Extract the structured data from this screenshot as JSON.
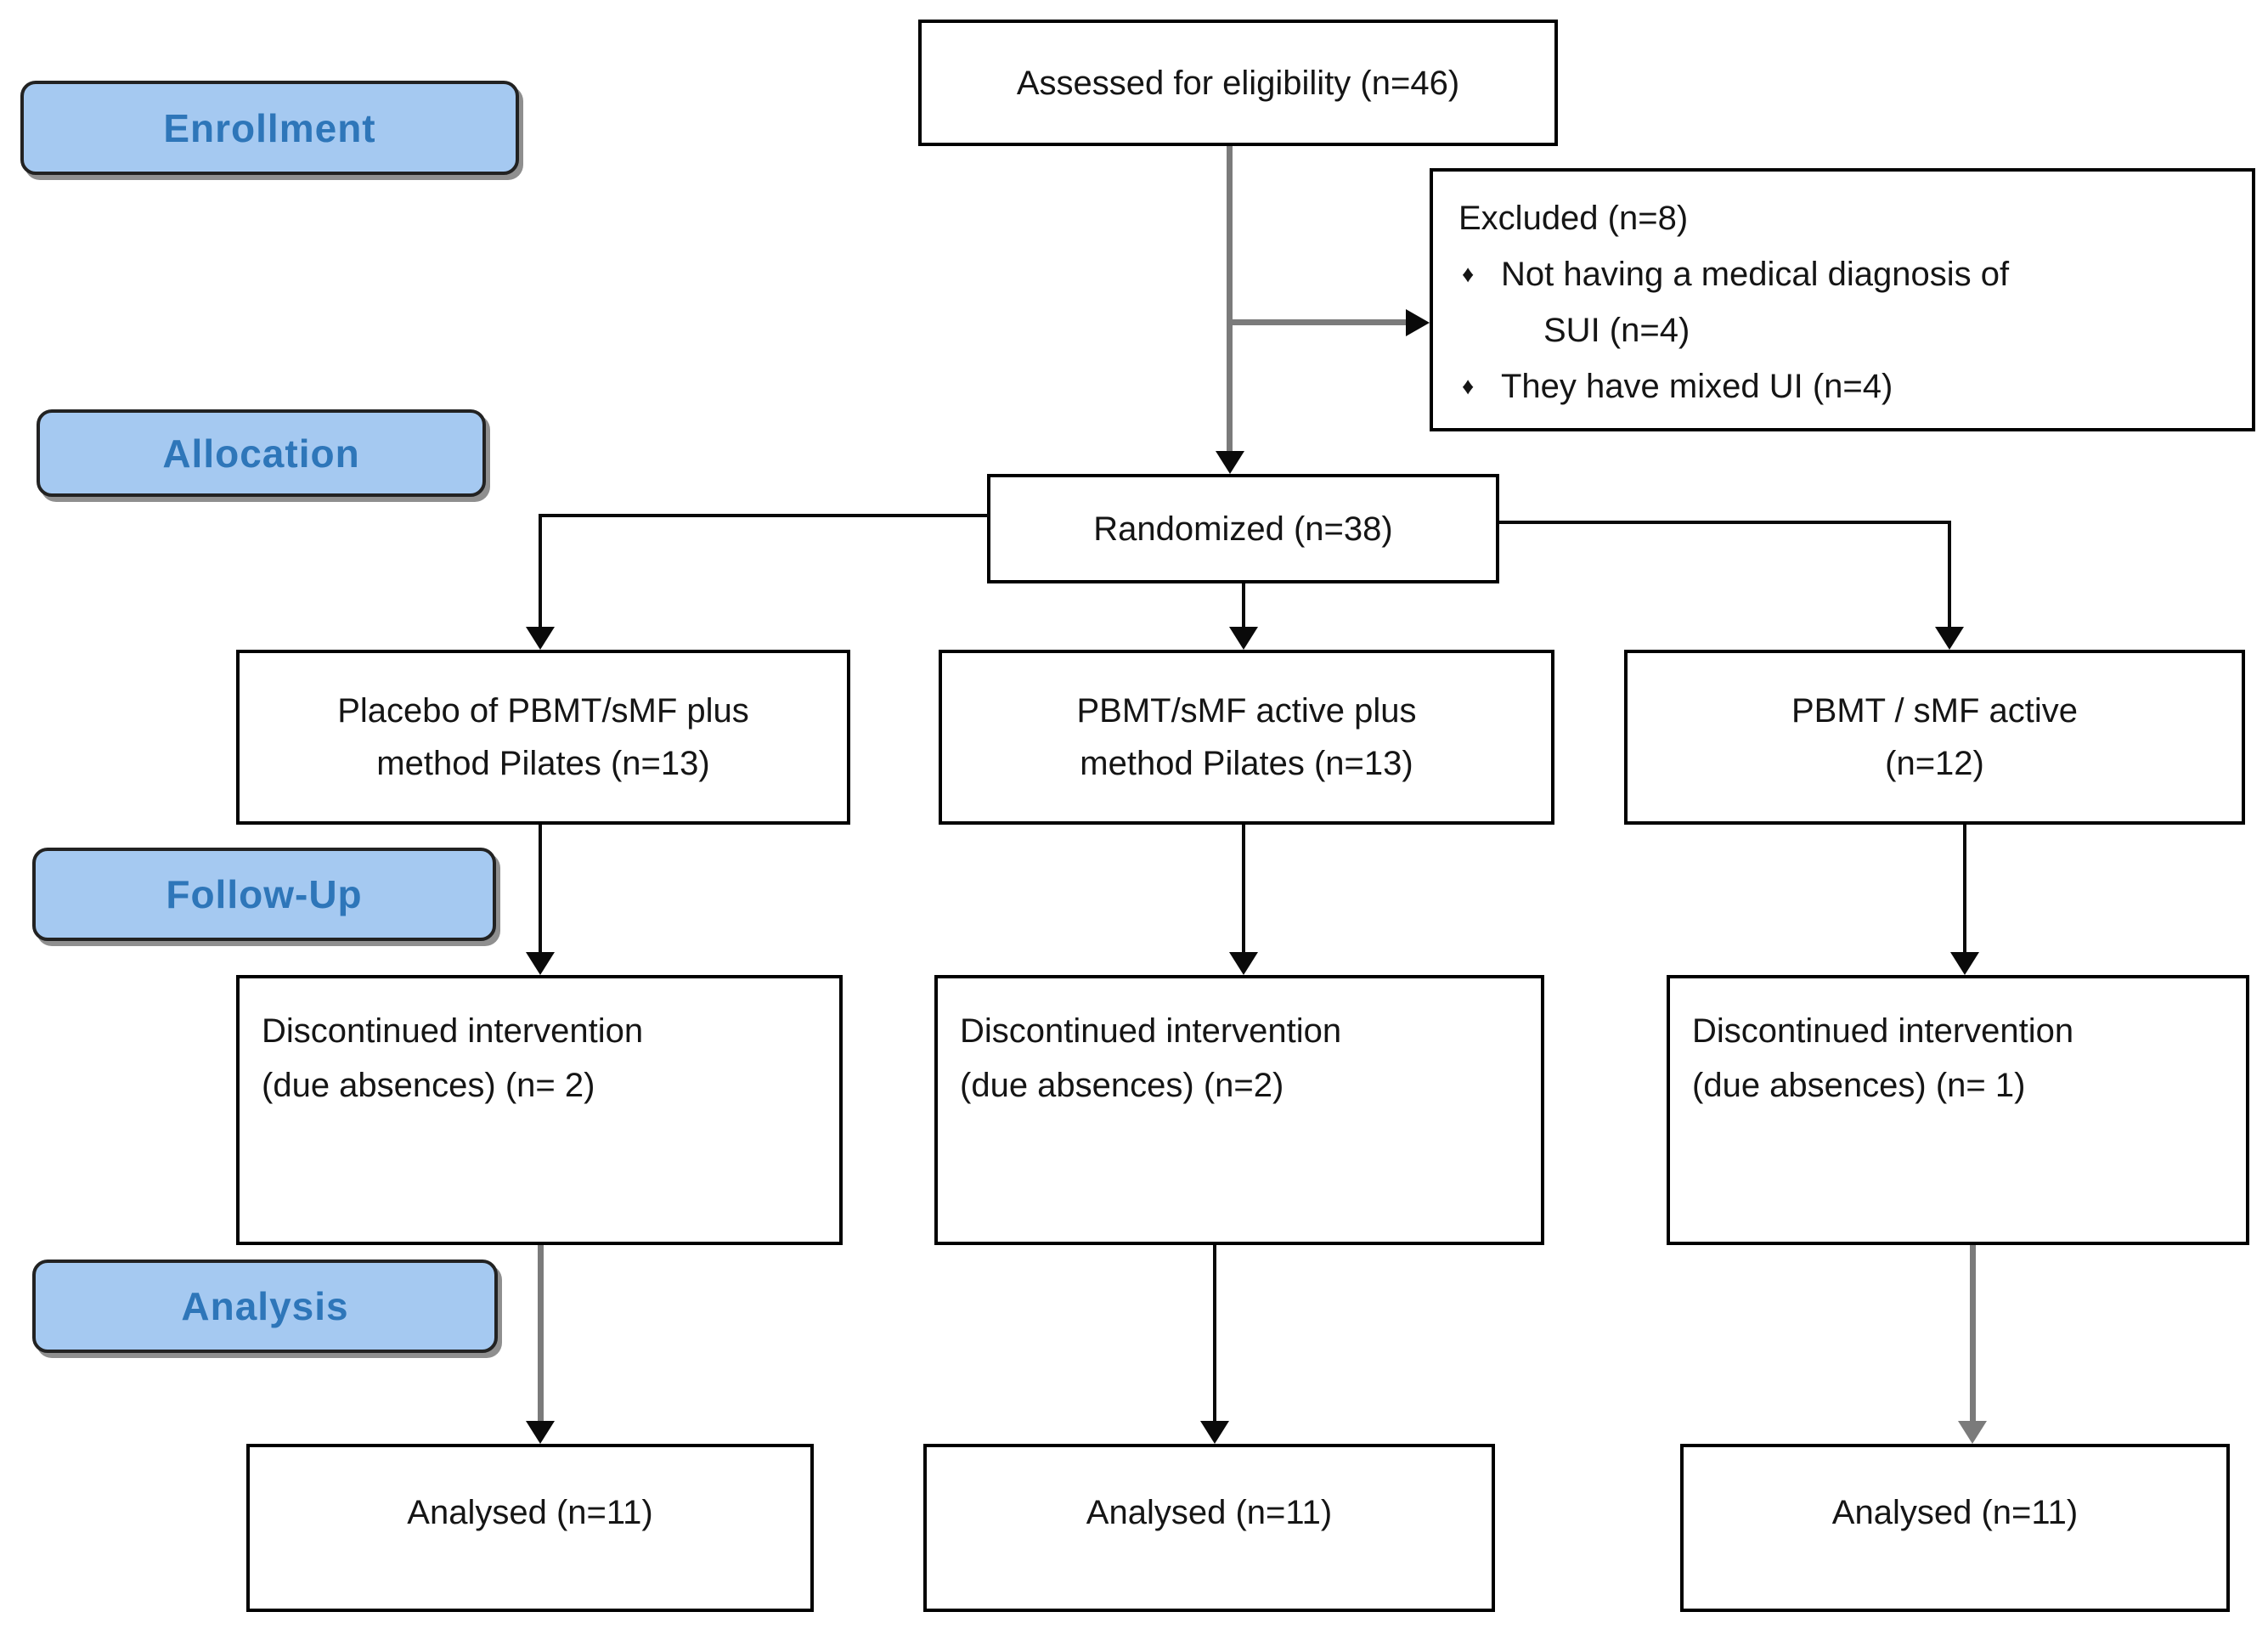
{
  "stages": [
    {
      "label": "Enrollment"
    },
    {
      "label": "Allocation"
    },
    {
      "label": "Follow-Up"
    },
    {
      "label": "Analysis"
    }
  ],
  "bullet_icon": "♦",
  "flow": {
    "assessed": {
      "text": "Assessed for eligibility (n=46)"
    },
    "excluded": {
      "title": "Excluded (n=8)",
      "bullets": [
        {
          "lines": [
            "Not having a medical diagnosis of",
            "SUI (n=4)"
          ]
        },
        {
          "lines": [
            "They have mixed UI (n=4)"
          ]
        }
      ]
    },
    "randomized": {
      "text": "Randomized (n=38)"
    },
    "arms": [
      {
        "lines": [
          "Placebo of PBMT/sMF plus",
          "method Pilates (n=13)"
        ]
      },
      {
        "lines": [
          "PBMT/sMF active plus",
          "method Pilates (n=13)"
        ]
      },
      {
        "lines": [
          "PBMT / sMF active",
          "(n=12)"
        ]
      }
    ],
    "discontinued": [
      {
        "lines": [
          "Discontinued intervention",
          "(due absences) (n= 2)"
        ]
      },
      {
        "lines": [
          "Discontinued intervention",
          "(due absences) (n=2)"
        ]
      },
      {
        "lines": [
          "Discontinued intervention",
          "(due absences) (n= 1)"
        ]
      }
    ],
    "analysed": [
      {
        "text": "Analysed (n=11)"
      },
      {
        "text": "Analysed (n=11)"
      },
      {
        "text": "Analysed (n=11)"
      }
    ]
  },
  "colors": {
    "badge_fill": "#A5C9F1",
    "badge_text": "#2E76B9",
    "box_border": "#000000",
    "connector_gray": "#7b7b7b"
  }
}
